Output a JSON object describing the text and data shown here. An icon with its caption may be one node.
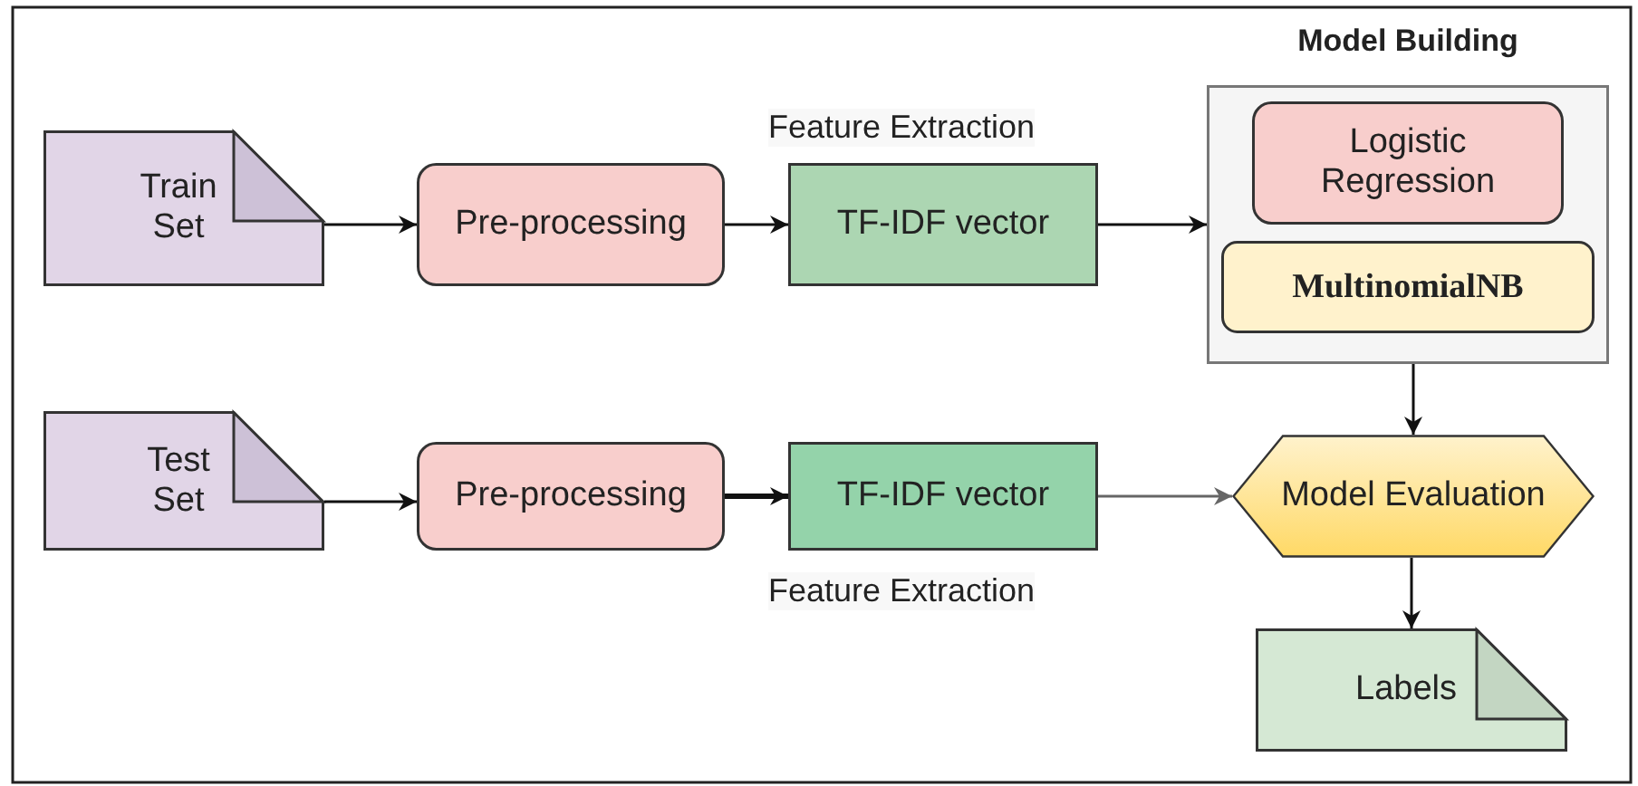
{
  "diagram": {
    "nodes": [
      {
        "text": [
          "Train Set"
        ]
      },
      {
        "text": [
          "Pre-processing"
        ]
      },
      {
        "text": [
          "TF-IDF vector"
        ],
        "beside": [
          "Feature Extraction"
        ]
      },
      {
        "text": [
          "Model Building"
        ]
      },
      {
        "text": [
          "Logistic Regression"
        ],
        "in": 3
      },
      {
        "text": [
          "MultinomialNB"
        ],
        "in": 3
      },
      {
        "text": [
          "Test Set"
        ]
      },
      {
        "text": [
          "Pre-processing"
        ]
      },
      {
        "text": [
          "TF-IDF vector"
        ],
        "beside": [
          "Feature Extraction"
        ]
      },
      {
        "text": [
          "Model Evaluation"
        ]
      },
      {
        "text": [
          "Labels"
        ]
      }
    ],
    "edges": [
      {
        "from": 0,
        "to": 1,
        "arrow": "to"
      },
      {
        "from": 1,
        "to": 2,
        "arrow": "to"
      },
      {
        "from": 2,
        "to": 3,
        "arrow": "to"
      },
      {
        "from": 3,
        "to": 9,
        "arrow": "to"
      },
      {
        "from": 6,
        "to": 7,
        "arrow": "to"
      },
      {
        "from": 7,
        "to": 8,
        "arrow": "to",
        "style": "thick"
      },
      {
        "from": 8,
        "to": 9,
        "arrow": "to",
        "color": "#666666"
      },
      {
        "from": 9,
        "to": 10,
        "arrow": "to"
      }
    ]
  }
}
